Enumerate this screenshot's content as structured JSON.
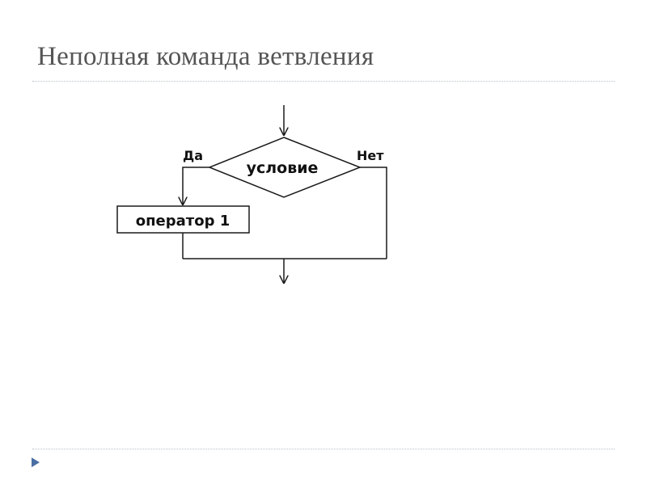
{
  "slide": {
    "title": "Неполная команда ветвления"
  },
  "diagram": {
    "condition_label": "условие",
    "yes_label": "Да",
    "no_label": "Нет",
    "operator_label": "оператор 1"
  },
  "colors": {
    "title_text": "#555555",
    "line": "#1a1a1a",
    "rule": "#b8c0c8",
    "footer_arrow": "#4a6fa5"
  },
  "icons": {
    "footer": "triangle-right-icon"
  }
}
